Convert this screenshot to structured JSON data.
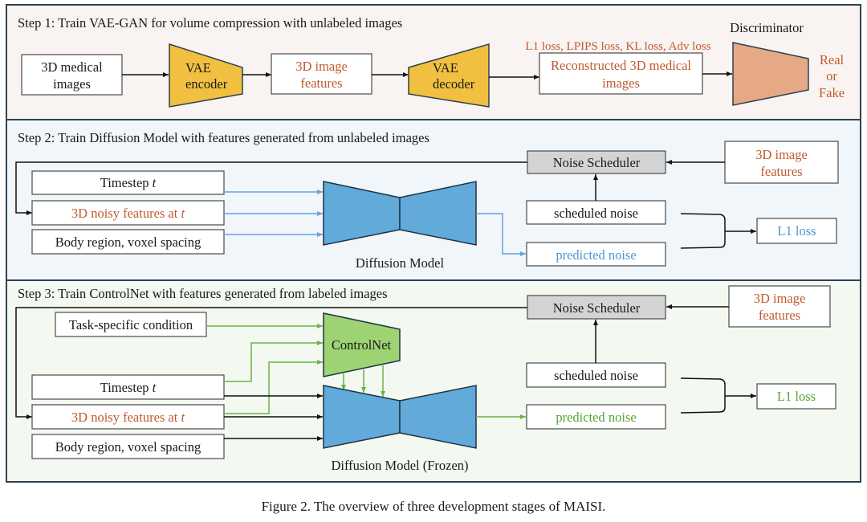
{
  "caption": "Figure 2. The overview of three development stages of MAISI.",
  "colors": {
    "panel1_bg": "#f9f4f1",
    "panel2_bg": "#f0f6fa",
    "panel3_bg": "#f3f8f1",
    "vae_fill": "#f2c040",
    "discriminator_fill": "#e6a986",
    "diffusion_fill": "#62aad9",
    "controlnet_fill": "#9ed374",
    "noise_scheduler_fill": "#d4d4d4",
    "orange_text": "#c05a2e",
    "blue_text": "#4a98d6",
    "green_text": "#5aa336"
  },
  "step1": {
    "title": "Step 1: Train VAE-GAN for volume compression with unlabeled images",
    "input_box": [
      "3D medical",
      "images"
    ],
    "encoder": [
      "VAE",
      "encoder"
    ],
    "features_box": [
      "3D image",
      "features"
    ],
    "decoder": [
      "VAE",
      "decoder"
    ],
    "losses": "L1 loss, LPIPS loss, KL loss, Adv loss",
    "reconstructed_box": [
      "Reconstructed 3D medical",
      "images"
    ],
    "discriminator_label": "Discriminator",
    "output": [
      "Real",
      "or",
      "Fake"
    ]
  },
  "step2": {
    "title": "Step 2: Train Diffusion Model with features generated from unlabeled images",
    "timestep": "Timestep ",
    "timestep_var": "t",
    "noisy_features": "3D noisy features at ",
    "noisy_features_var": "t",
    "body_region": "Body region, voxel spacing",
    "model_label": "Diffusion Model",
    "noise_scheduler": "Noise Scheduler",
    "image_features": [
      "3D image",
      "features"
    ],
    "scheduled_noise": "scheduled noise",
    "predicted_noise": "predicted noise",
    "loss": "L1 loss"
  },
  "step3": {
    "title": "Step 3: Train ControlNet with features generated from labeled images",
    "condition": "Task-specific condition",
    "controlnet": "ControlNet",
    "timestep": "Timestep ",
    "timestep_var": "t",
    "noisy_features": "3D noisy features at ",
    "noisy_features_var": "t",
    "body_region": "Body region, voxel spacing",
    "model_label": "Diffusion Model (Frozen)",
    "noise_scheduler": "Noise Scheduler",
    "image_features": [
      "3D image",
      "features"
    ],
    "scheduled_noise": "scheduled noise",
    "predicted_noise": "predicted noise",
    "loss": "L1 loss"
  }
}
